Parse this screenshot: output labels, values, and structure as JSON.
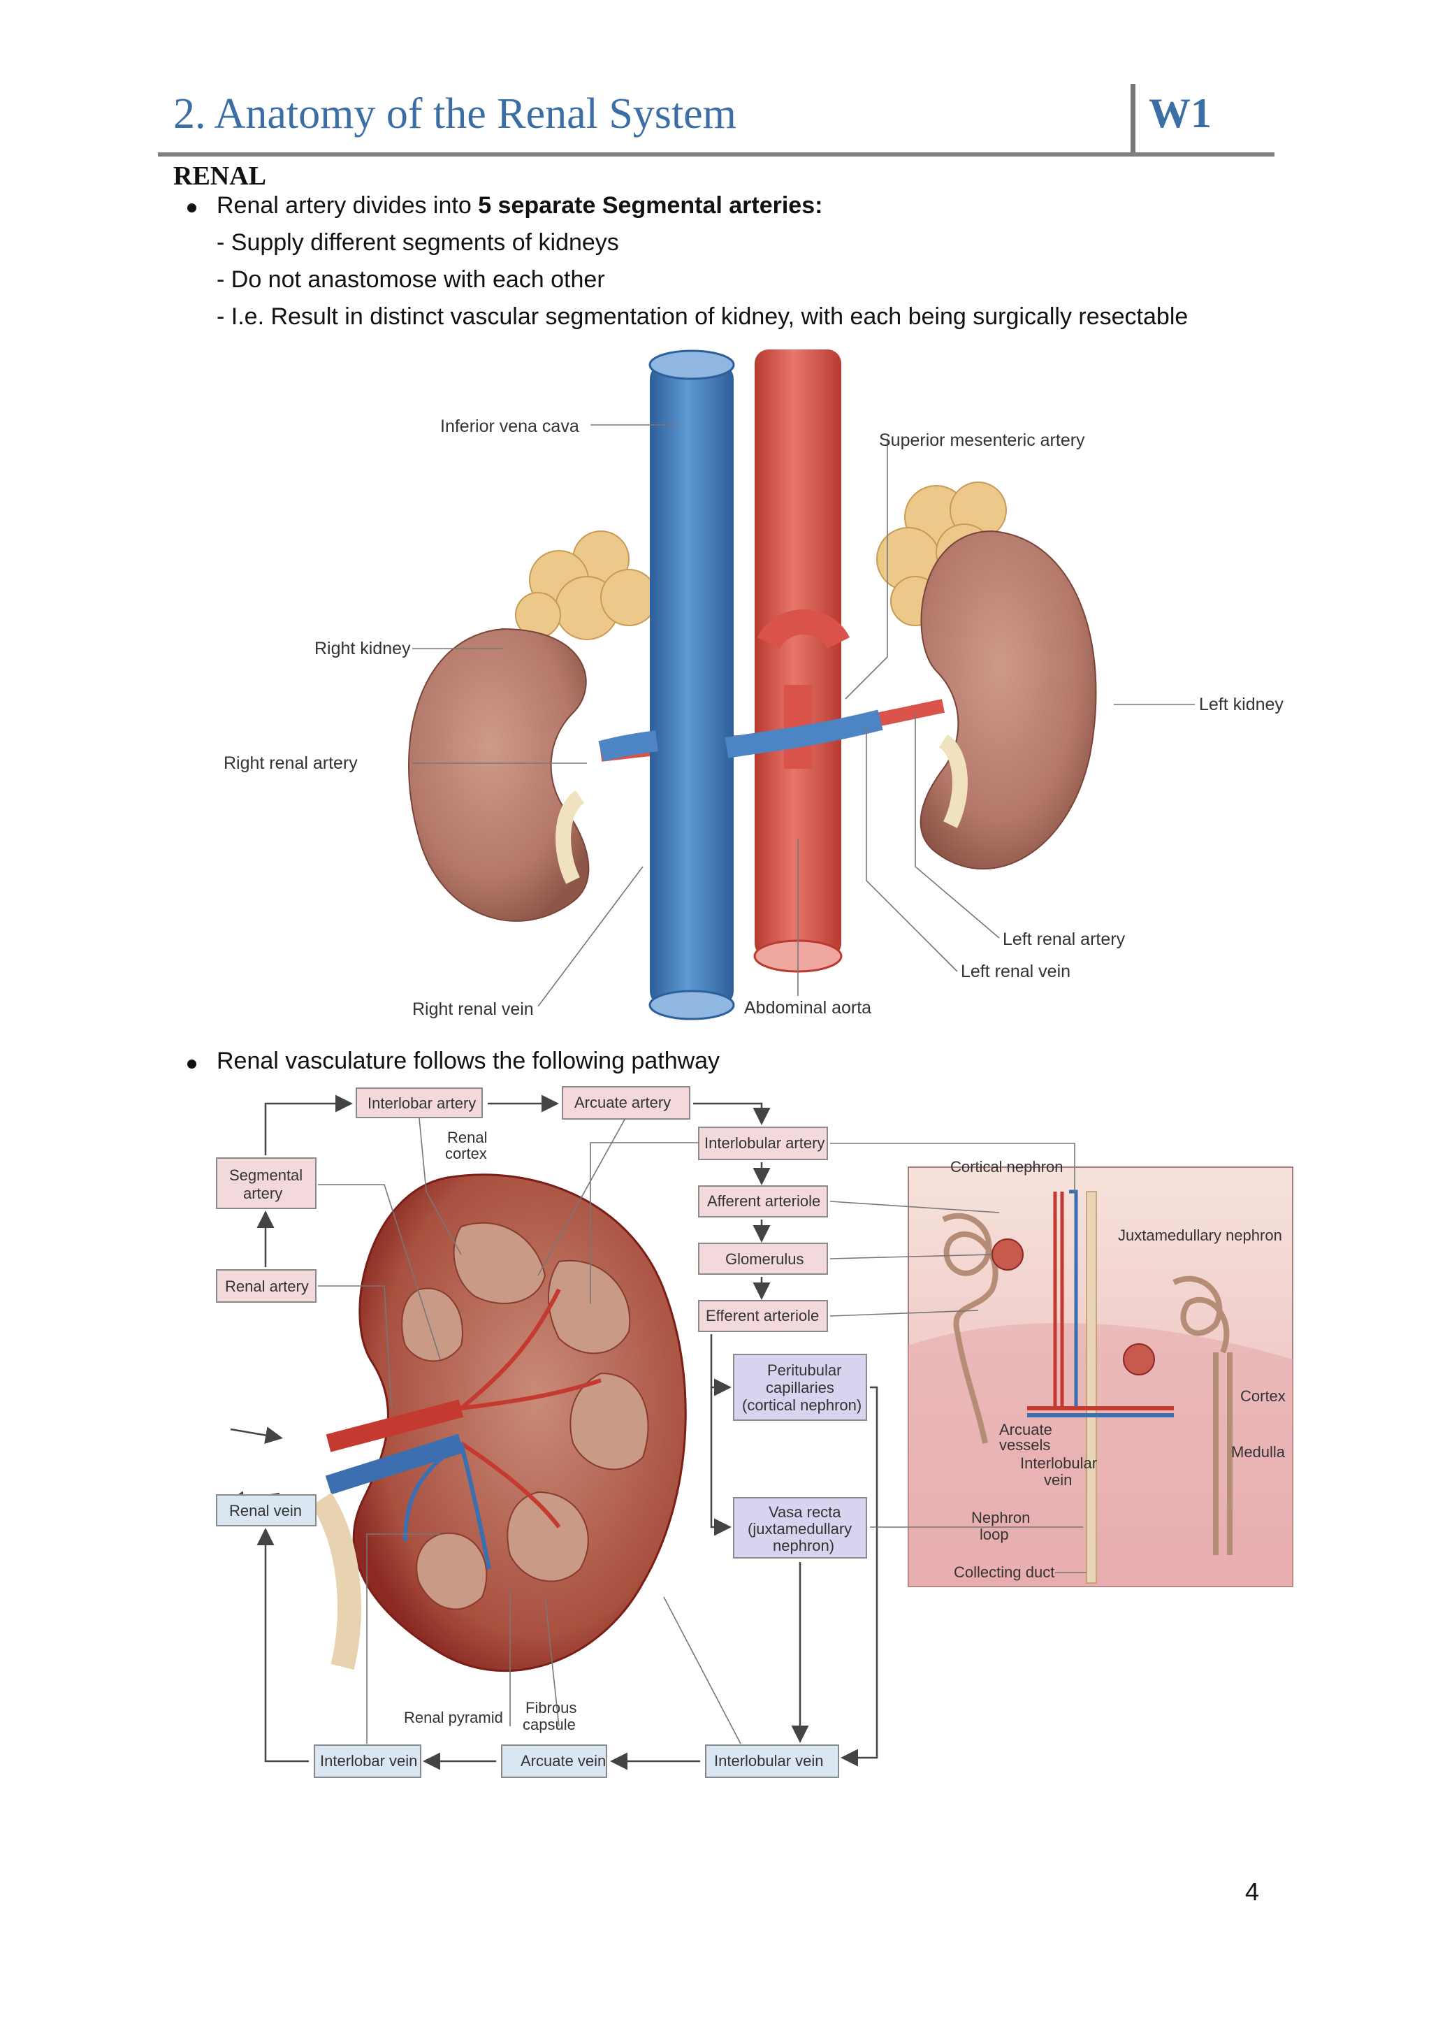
{
  "header": {
    "title": "2. Anatomy of the Renal System",
    "code": "W1"
  },
  "section_title": "RENAL",
  "bullet1": {
    "prefix": "Renal artery divides into ",
    "bold": "5 separate Segmental arteries:",
    "sub": [
      "- Supply different segments of kidneys",
      "- Do not anastomose with each other",
      "- I.e. Result in distinct vascular segmentation of kidney, with each being surgically resectable"
    ]
  },
  "figure1": {
    "labels": {
      "ivc": "Inferior vena cava",
      "sma": "Superior mesenteric artery",
      "right_kidney": "Right kidney",
      "left_kidney": "Left kidney",
      "right_renal_artery": "Right renal artery",
      "left_renal_artery": "Left renal artery",
      "left_renal_vein": "Left renal vein",
      "right_renal_vein": "Right renal vein",
      "abdominal_aorta": "Abdominal aorta"
    }
  },
  "bullet2": {
    "text": "Renal vasculature follows the following pathway"
  },
  "figure2": {
    "boxes": {
      "interlobar_artery": "Interlobar artery",
      "arcuate_artery": "Arcuate artery",
      "segmental_artery_1": "Segmental",
      "segmental_artery_2": "artery",
      "renal_artery": "Renal artery",
      "interlobular_artery": "Interlobular artery",
      "afferent_arteriole": "Afferent arteriole",
      "glomerulus": "Glomerulus",
      "efferent_arteriole": "Efferent arteriole",
      "peritubular_1": "Peritubular",
      "peritubular_2": "capillaries",
      "peritubular_3": "(cortical nephron)",
      "vasa_recta_1": "Vasa recta",
      "vasa_recta_2": "(juxtamedullary",
      "vasa_recta_3": "nephron)",
      "renal_vein": "Renal vein",
      "interlobar_vein": "Interlobar vein",
      "arcuate_vein": "Arcuate vein",
      "interlobular_vein": "Interlobular vein"
    },
    "labels": {
      "renal_cortex_1": "Renal",
      "renal_cortex_2": "cortex",
      "renal_pyramid": "Renal pyramid",
      "fibrous_capsule_1": "Fibrous",
      "fibrous_capsule_2": "capsule",
      "cortical_nephron": "Cortical nephron",
      "juxtamedullary_nephron": "Juxtamedullary nephron",
      "cortex": "Cortex",
      "medulla": "Medulla",
      "arcuate_vessels_1": "Arcuate",
      "arcuate_vessels_2": "vessels",
      "interlobular_vein_1": "Interlobular",
      "interlobular_vein_2": "vein",
      "nephron_loop_1": "Nephron",
      "nephron_loop_2": "loop",
      "collecting_duct": "Collecting duct"
    }
  },
  "page_number": "4",
  "colors": {
    "heading_blue": "#3a6ea5",
    "vein_blue": "#4d84c4",
    "artery_red": "#d9534a",
    "kidney": "#b77b6a",
    "box_pink": "#f3d9db",
    "box_lilac": "#d8d3ef"
  }
}
